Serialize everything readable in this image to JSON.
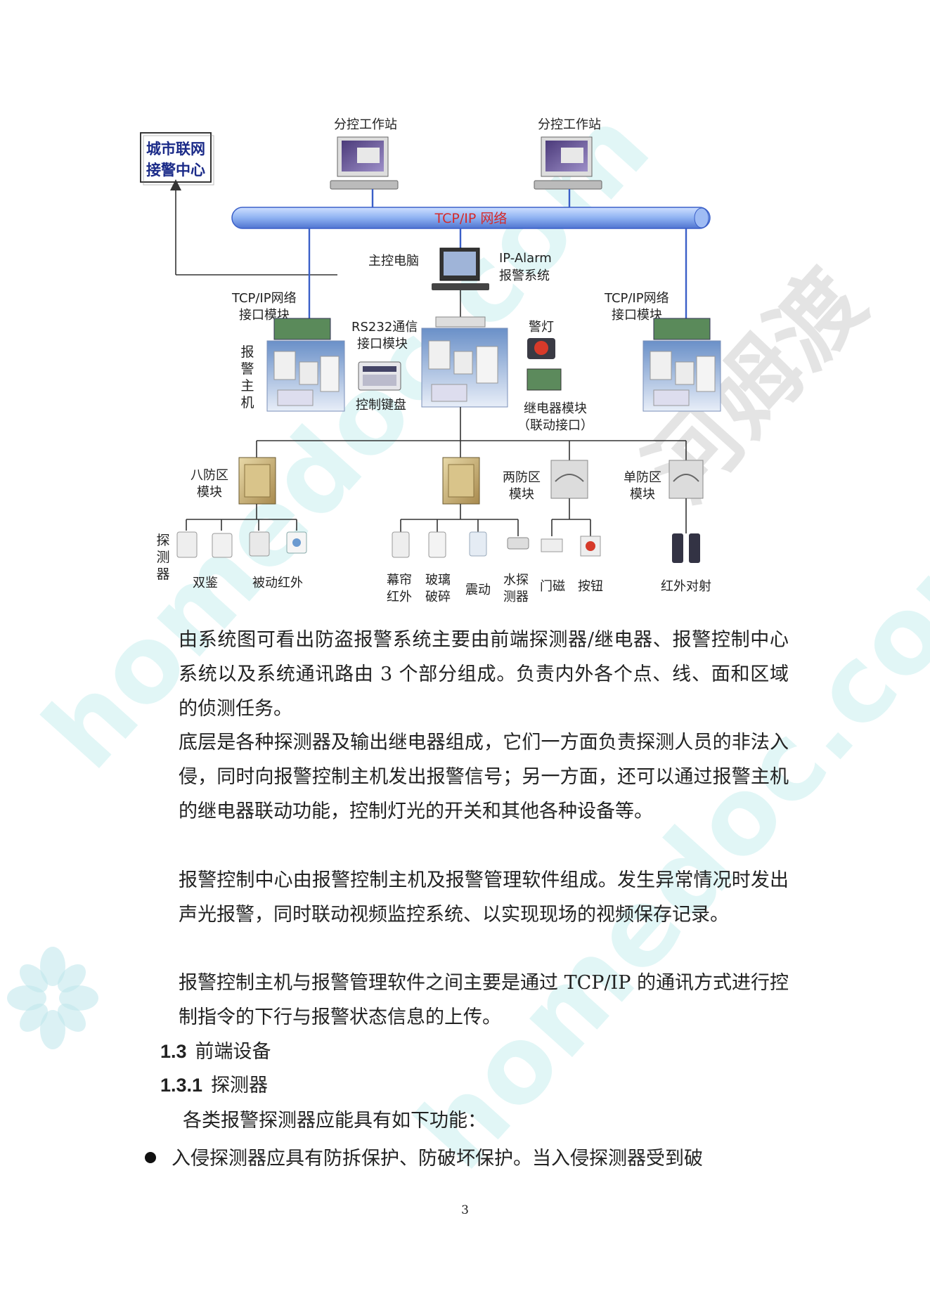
{
  "watermark": {
    "text": "homedoc.com",
    "brand_cn": "河姆渡"
  },
  "diagram": {
    "city_center_line1": "城市联网",
    "city_center_line2": "接警中心",
    "workstation_left": "分控工作站",
    "workstation_right": "分控工作站",
    "bus_label": "TCP/IP 网络",
    "main_pc": "主控电脑",
    "ip_alarm_line1": "IP-Alarm",
    "ip_alarm_line2": "报警系统",
    "tcpip_module_left_line1": "TCP/IP网络",
    "tcpip_module_left_line2": "接口模块",
    "tcpip_module_right_line1": "TCP/IP网络",
    "tcpip_module_right_line2": "接口模块",
    "alarm_host": "报警主机",
    "rs232_line1": "RS232通信",
    "rs232_line2": "接口模块",
    "warning_light": "警灯",
    "control_keyboard": "控制键盘",
    "relay_module_line1": "继电器模块",
    "relay_module_line2": "（联动接口）",
    "eight_zone_line1": "八防区",
    "eight_zone_line2": "模块",
    "two_zone_line1": "两防区",
    "two_zone_line2": "模块",
    "single_zone_line1": "单防区",
    "single_zone_line2": "模块",
    "detector_vertical": "探测器",
    "dual_tech": "双鉴",
    "passive_ir": "被动红外",
    "curtain_ir_line1": "幕帘",
    "curtain_ir_line2": "红外",
    "glass_break_line1": "玻璃",
    "glass_break_line2": "破碎",
    "vibration": "震动",
    "water_line1": "水探",
    "water_line2": "测器",
    "door_magnet": "门磁",
    "button": "按钮",
    "ir_beam": "红外对射"
  },
  "body": {
    "p1": "由系统图可看出防盗报警系统主要由前端探测器/继电器、报警控制中心系统以及系统通讯路由 3 个部分组成。负责内外各个点、线、面和区域的侦测任务。",
    "p2": "底层是各种探测器及输出继电器组成，它们一方面负责探测人员的非法入侵，同时向报警控制主机发出报警信号；另一方面，还可以通过报警主机的继电器联动功能，控制灯光的开关和其他各种设备等。",
    "p3": "报警控制中心由报警控制主机及报警管理软件组成。发生异常情况时发出声光报警，同时联动视频监控系统、以实现现场的视频保存记录。",
    "p4": "报警控制主机与报警管理软件之间主要是通过 TCP/IP 的通讯方式进行控制指令的下行与报警状态信息的上传。",
    "h1_num": "1.3",
    "h1_text": "前端设备",
    "h2_num": "1.3.1",
    "h2_text": "探测器",
    "p5": "各类报警探测器应能具有如下功能：",
    "bullet1": "入侵探测器应具有防拆保护、防破坏保护。当入侵探测器受到破"
  },
  "page_number": "3"
}
